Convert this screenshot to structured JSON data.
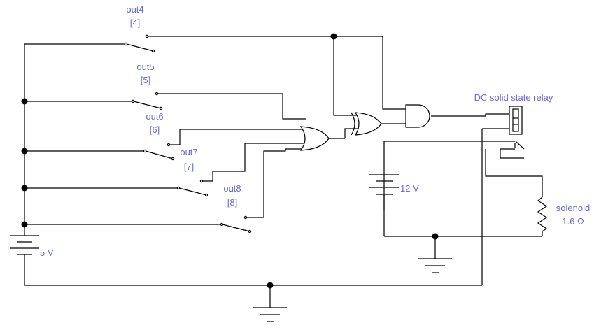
{
  "switches": [
    {
      "name": "out4",
      "index": "[4]"
    },
    {
      "name": "out5",
      "index": "[5]"
    },
    {
      "name": "out6",
      "index": "[6]"
    },
    {
      "name": "out7",
      "index": "[7]"
    },
    {
      "name": "out8",
      "index": "[8]"
    }
  ],
  "relay": {
    "label": "DC solid state relay"
  },
  "battery_5v": {
    "label": "5 V"
  },
  "battery_12v": {
    "label": "12 V"
  },
  "solenoid": {
    "label": "solenoid",
    "value": "1.6 Ω"
  },
  "colors": {
    "wire": "#000000",
    "label": "#6a6ad8"
  }
}
